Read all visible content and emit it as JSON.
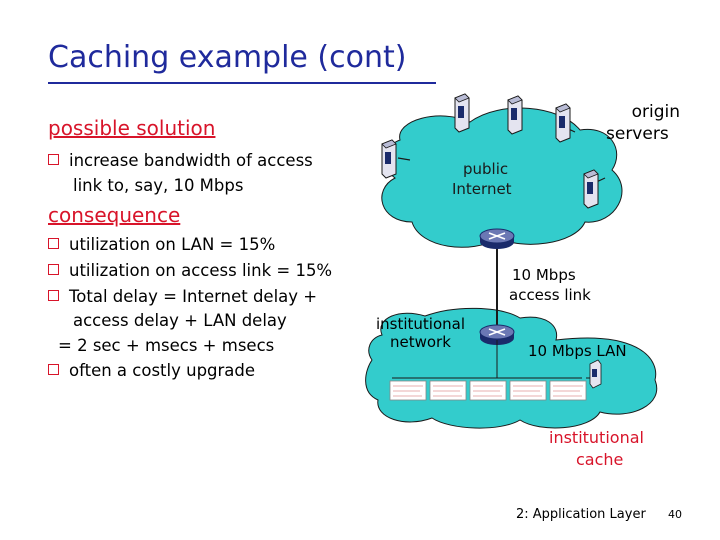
{
  "slide": {
    "title": "Caching example (cont)",
    "footer": "2: Application Layer",
    "page_number": "40"
  },
  "left": {
    "solution_heading": "possible solution",
    "solution_line1": "increase bandwidth of access",
    "solution_line2": "link to, say, 10 Mbps",
    "consequence_heading": "consequence",
    "items": [
      "utilization on LAN = 15%",
      "utilization on access link = 15%",
      "Total delay   = Internet delay +"
    ],
    "item3_cont": "access delay + LAN delay",
    "item3_eq": "=  2 sec + msecs + msecs",
    "item4": "often a costly upgrade"
  },
  "diagram": {
    "origin_servers_line1": "origin",
    "origin_servers_line2": "servers",
    "public_internet_line1": "public",
    "public_internet_line2": "Internet",
    "access_link_line1": "10 Mbps",
    "access_link_line2": "access link",
    "institutional_network_line1": "institutional",
    "institutional_network_line2": "network",
    "lan_label": "10 Mbps LAN",
    "cache_line1": "institutional",
    "cache_line2": "cache"
  },
  "colors": {
    "title": "#1f2a9c",
    "accent_red": "#d8142a",
    "cloud": "#33cccc",
    "router": "#1a2b6b"
  }
}
